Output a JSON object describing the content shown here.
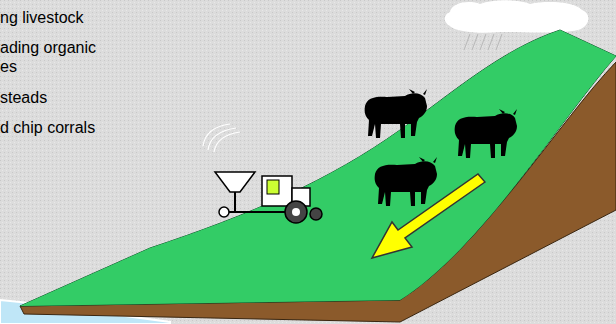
{
  "diagram": {
    "labels": [
      "ng livestock",
      "ading organic es",
      "steads",
      "d chip corrals"
    ]
  }
}
